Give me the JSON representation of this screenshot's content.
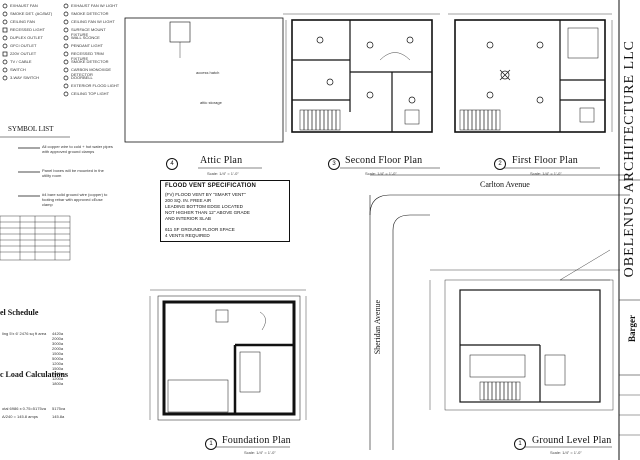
{
  "legend": {
    "items_left": [
      "EXHAUST FAN",
      "SMOKE DET. (AC/BAT)",
      "CEILING FAN",
      "RECESSED LIGHT",
      "DUPLEX OUTLET",
      "GFCI OUTLET",
      "220V OUTLET",
      "TV / CABLE",
      "SWITCH",
      "3-WAY SWITCH"
    ],
    "items_right": [
      "EXHAUST FAN W/ LIGHT",
      "SMOKE DETECTOR",
      "CEILING FAN W/ LIGHT",
      "SURFACE MOUNT FIXTURE",
      "WALL SCONCE",
      "PENDANT LIGHT",
      "RECESSED TRIM FIXTURE",
      "SMOKE DETECTOR",
      "CARBON MONOXIDE DETECTOR",
      "DOORBELL",
      "EXTERIOR FLOOD LIGHT",
      "CEILING TOP LIGHT"
    ],
    "footer": "SYMBOL LIST"
  },
  "notes": {
    "note1": "All copper wire to cold + hot water pipes with approved ground clamps",
    "note2": "Panel boxes will be mounted in the utility room",
    "note3": "#4 bare solid ground wire (copper) to footing rebar with approved cEuse clamp"
  },
  "schedule": {
    "title": "el Schedule",
    "line1": "ling 5'x 6' 2476 sq ft area",
    "line2": "otal 6986 x 0.75=5175va",
    "line3": "A/240 = 145.8 amps",
    "values": [
      "4420a",
      "2000a",
      "3000a",
      "2000a",
      "1500a",
      "5000a",
      "1200a",
      "1500a",
      "2000a",
      "1200a",
      "1800a"
    ],
    "total": "5175va",
    "amps": "145.8a",
    "load_title": "c Load Calculations"
  },
  "plans": {
    "attic": {
      "num": "4",
      "title": "Attic Plan",
      "scale": "Scale: 1/4\" = 1'-0\""
    },
    "second": {
      "num": "3",
      "title": "Second Floor Plan",
      "scale": "Scale: 1/4\" = 1'-0\""
    },
    "first": {
      "num": "2",
      "title": "First Floor Plan",
      "scale": "Scale: 1/4\" = 1'-0\""
    },
    "foundation": {
      "num": "1",
      "title": "Foundation Plan",
      "scale": "Scale: 1/4\" = 1'-0\""
    },
    "ground": {
      "num": "1",
      "title": "Ground Level Plan",
      "scale": "Scale: 1/4\" = 1'-0\""
    }
  },
  "flood_vent": {
    "title": "FLOOD VENT SPECIFICATION",
    "lines": [
      "(FV) FLOOD VENT BY \"SMART VENT\"",
      "200 SQ. IN. FREE AIR",
      "LEADING BOTTOM EDGE LOCATED",
      "NOT HIGHER THAN 12\" ABOVE GRADE",
      "AND INTERIOR SLAB",
      "",
      "611 SF GROUND FLOOR SPACE",
      "4 VENTS REQUIRED"
    ]
  },
  "streets": {
    "carlton": "Carlton Avenue",
    "sheridan": "Sheridan Avenue"
  },
  "title_block": {
    "firm": "OBELENUS ARCHITECTURE LLC",
    "client": "Barger"
  },
  "attic_labels": {
    "a": "access hatch",
    "b": "attic storage"
  },
  "colors": {
    "ink": "#111111",
    "paper": "#ffffff"
  }
}
